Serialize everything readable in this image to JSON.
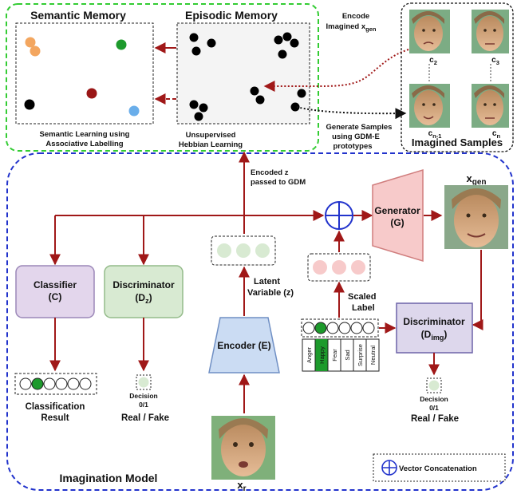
{
  "memory": {
    "semantic_title": "Semantic Memory",
    "episodic_title": "Episodic Memory",
    "semantic_caption_line1": "Semantic Learning using",
    "semantic_caption_line2": "Associative Labelling",
    "episodic_caption_line1": "Unsupervised",
    "episodic_caption_line2": "Hebbian Learning",
    "encode_line1": "Encode",
    "encode_line2": "Imagined x",
    "encode_sub": "gen",
    "generate_line1": "Generate Samples",
    "generate_line2": "using GDM-E",
    "generate_line3": "prototypes"
  },
  "imagined": {
    "title": "Imagined Samples",
    "labels": [
      {
        "base": "c",
        "sub": "2",
        "color": "#9c2a6e"
      },
      {
        "base": "c",
        "sub": "3",
        "color": "#4a56b8"
      },
      {
        "base": "c",
        "sub": "n-1",
        "color": "#2e9a4a"
      },
      {
        "base": "c",
        "sub": "n",
        "color": "#111111"
      }
    ]
  },
  "model": {
    "title": "Imagination Model",
    "encoded_line1": "Encoded z",
    "encoded_line2": "passed to GDM",
    "generator_line1": "Generator",
    "generator_line2": "(G)",
    "xgen_base": "x",
    "xgen_sub": "gen",
    "classifier_line1": "Classifier",
    "classifier_line2": "(C)",
    "disc_z_line1": "Discriminator",
    "disc_z_base": "(D",
    "disc_z_sub": "z",
    "disc_z_end": ")",
    "latent_line1": "Latent",
    "latent_line2": "Variable (z)",
    "scaled_line1": "Scaled",
    "scaled_line2": "Label",
    "disc_img_line1": "Discriminator",
    "disc_img_base": "(D",
    "disc_img_sub": "img",
    "disc_img_end": ")",
    "encoder_label": "Encoder (E)",
    "emotions": [
      "Anger",
      "Happy",
      "Fear",
      "Sad",
      "Surprise",
      "Neutral"
    ],
    "selected_emotion": "Happy",
    "classification_line1": "Classification",
    "classification_line2": "Result",
    "decision_line1": "Decision",
    "decision_line2": "0/1",
    "real_fake": "Real / Fake",
    "xr_base": "x",
    "xr_sub": "r",
    "legend_label": "Vector Concatenation"
  },
  "colors": {
    "arrow": "#a01818",
    "green_dash": "#33cc33",
    "blue_dash": "#2233cc",
    "classifier_fill": "#e3d6ec",
    "classifier_stroke": "#9b87b8",
    "discz_fill": "#d8ead2",
    "discz_stroke": "#94bb8a",
    "generator_fill": "#f7caca",
    "generator_stroke": "#d07d7d",
    "encoder_fill": "#cbdcf3",
    "encoder_stroke": "#6f8fc4",
    "discimg_fill": "#ddd7ec",
    "discimg_stroke": "#6d63a8",
    "selected_node": "#1d9a2c",
    "skin": "#d9ab86"
  }
}
